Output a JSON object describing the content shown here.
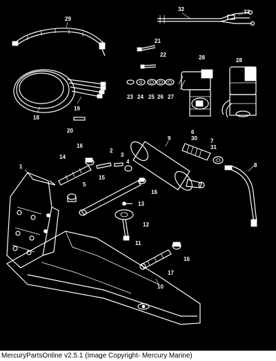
{
  "footer": {
    "caption": "MercuryPartsOnline v2.5.1 (Image Copyright- Mercury Marine)"
  },
  "callouts": {
    "c1": "1",
    "c2": "2",
    "c3": "3",
    "c4": "4",
    "c5": "5",
    "c6": "6",
    "c7": "7",
    "c8": "8",
    "c9": "9",
    "c10": "10",
    "c11": "11",
    "c12": "12",
    "c13": "13",
    "c14": "14",
    "c15": "15",
    "c16a": "16",
    "c16b": "16",
    "c16c": "16",
    "c17": "17",
    "c18": "18",
    "c19": "19",
    "c20": "20",
    "c21": "21",
    "c22": "22",
    "c23": "23",
    "c24": "24",
    "c25": "25",
    "c26": "26",
    "c27": "27",
    "c28a": "28",
    "c28b": "28",
    "c29": "29",
    "c30": "30",
    "c31": "31",
    "c32": "32",
    "c33": "33"
  }
}
